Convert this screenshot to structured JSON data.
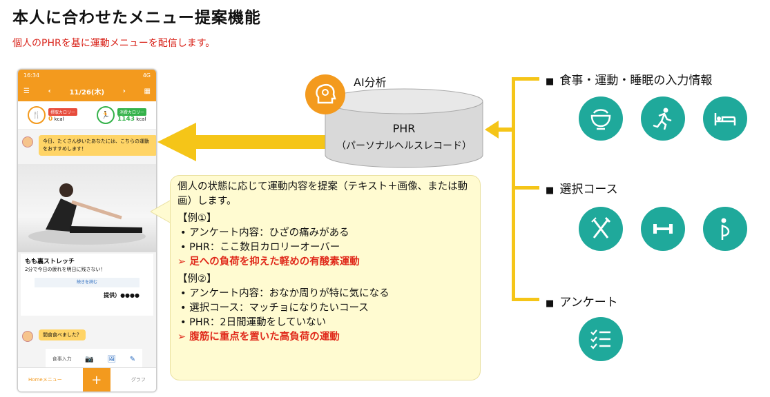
{
  "header": {
    "title": "本人に合わせたメニュー提案機能",
    "subtitle": "個人のPHRを基に運動メニューを配信します。"
  },
  "phone": {
    "time": "16:34",
    "signal": "4G",
    "date": "11/26(木)",
    "metric_intake_label": "摂取カロリー",
    "metric_intake_value": "0",
    "metric_intake_unit": "kcal",
    "metric_burn_label": "消費カロリー",
    "metric_burn_value": "1143",
    "metric_burn_unit": "kcal",
    "chat_message": "今日、たくさん歩いたあなたには、こちらの運動をおすすめします！",
    "card_title": "もも裏ストレッチ",
    "card_desc": "2分で今日の疲れを明日に残さない！",
    "card_button": "続きを読む",
    "provided_by": "提供）●●●●",
    "chat_question": "間食食べました？",
    "tab_home": "Homeメニュー",
    "tab_plus": "+",
    "tab_graph": "グラフ",
    "quick_meal": "食事入力"
  },
  "center": {
    "ai_label": "AI分析",
    "phr_title": "PHR",
    "phr_subtitle": "（パーソナルヘルスレコード）"
  },
  "explanation": {
    "intro": "個人の状態に応じて運動内容を提案（テキスト＋画像、または動画）します。",
    "ex1_heading": "【例①】",
    "ex1_items": [
      "アンケート内容：ひざの痛みがある",
      "PHR：ここ数日カロリーオーバー"
    ],
    "ex1_result": "➢ 足への負荷を抑えた軽めの有酸素運動",
    "ex2_heading": "【例②】",
    "ex2_items": [
      "アンケート内容：おなか周りが特に気になる",
      "選択コース：マッチョになりたいコース",
      "PHR：2日間運動をしていない"
    ],
    "ex2_result": "➢ 腹筋に重点を置いた高負荷の運動"
  },
  "categories": {
    "input_label": "食事・運動・睡眠の入力情報",
    "course_label": "選択コース",
    "survey_label": "アンケート"
  },
  "colors": {
    "orange": "#f39a1e",
    "yellow_arrow": "#f5c518",
    "teal": "#1fa99b",
    "red_text": "#e02a1b",
    "box_bg": "#fffbd1"
  }
}
